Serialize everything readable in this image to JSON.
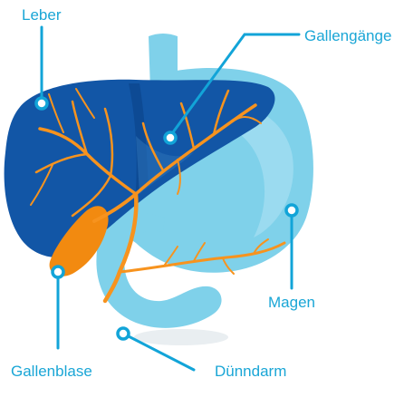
{
  "labels": {
    "liver": "Leber",
    "bile_ducts": "Gallengänge",
    "stomach": "Magen",
    "gallbladder": "Gallenblase",
    "small_intestine": "Dünndarm"
  },
  "colors": {
    "label_text": "#1aa6d6",
    "leader_line": "#12a4d8",
    "liver": "#1256a6",
    "liver_shade": "#0d4a94",
    "stomach": "#7fd1ea",
    "stomach_light": "#a6e0f2",
    "bile": "#f7931e",
    "gallbladder": "#f28a10",
    "shadow": "#e9eef1"
  }
}
